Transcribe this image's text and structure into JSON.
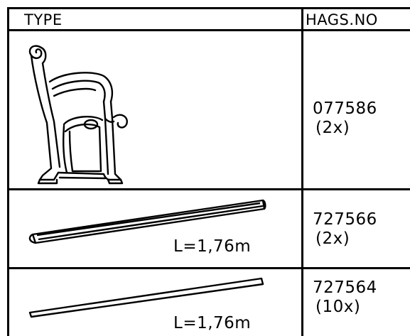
{
  "table": {
    "headers": {
      "type": "TYPE",
      "number": "HAGS.NO"
    },
    "rows": [
      {
        "illustration": "bench-end-icon",
        "code": "077586",
        "qty": "(2x)"
      },
      {
        "illustration": "profiled-slat-icon",
        "length": "L=1,76m",
        "code": "727566",
        "qty": "(2x)"
      },
      {
        "illustration": "flat-slat-icon",
        "length": "L=1,76m",
        "code": "727564",
        "qty": "(10x)"
      }
    ]
  }
}
